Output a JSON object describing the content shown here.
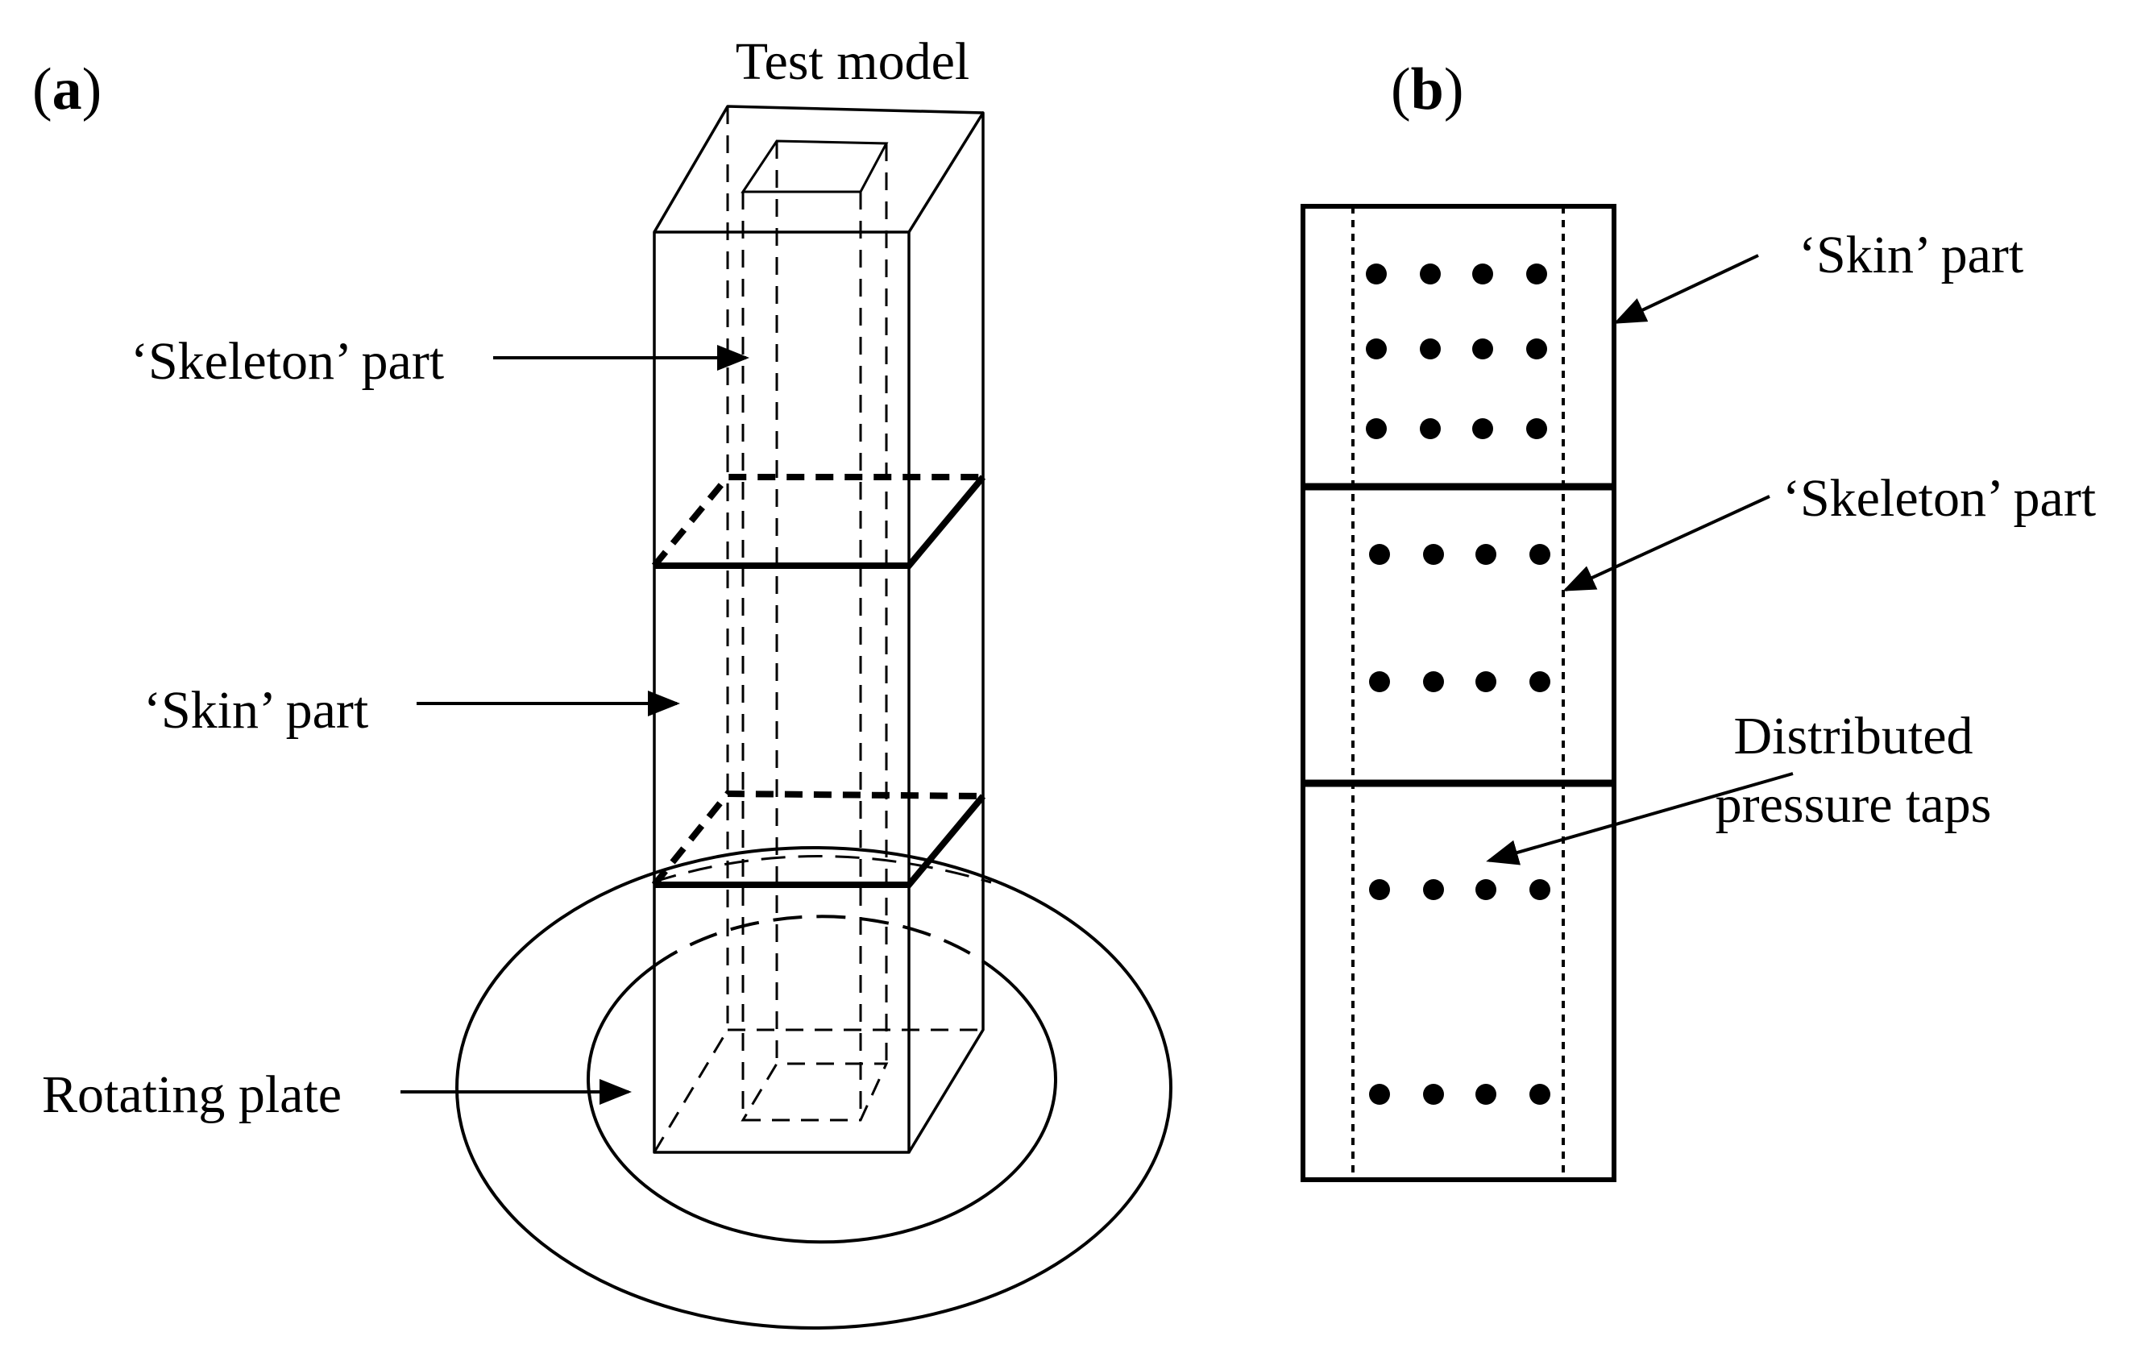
{
  "panel_a": {
    "tag_open": "(",
    "tag_letter": "a",
    "tag_close": ")",
    "title": "Test model",
    "skeleton_label": "‘Skeleton’ part",
    "skin_label": "‘Skin’ part",
    "plate_label": "Rotating plate"
  },
  "panel_b": {
    "tag_open": "(",
    "tag_letter": "b",
    "tag_close": ")",
    "skin_label": "‘Skin’ part",
    "skeleton_label": "‘Skeleton’ part",
    "taps_label_line1": "Distributed",
    "taps_label_line2": "pressure taps",
    "tap_rows_per_section": [
      3,
      2,
      2
    ],
    "taps_per_row": 4
  }
}
